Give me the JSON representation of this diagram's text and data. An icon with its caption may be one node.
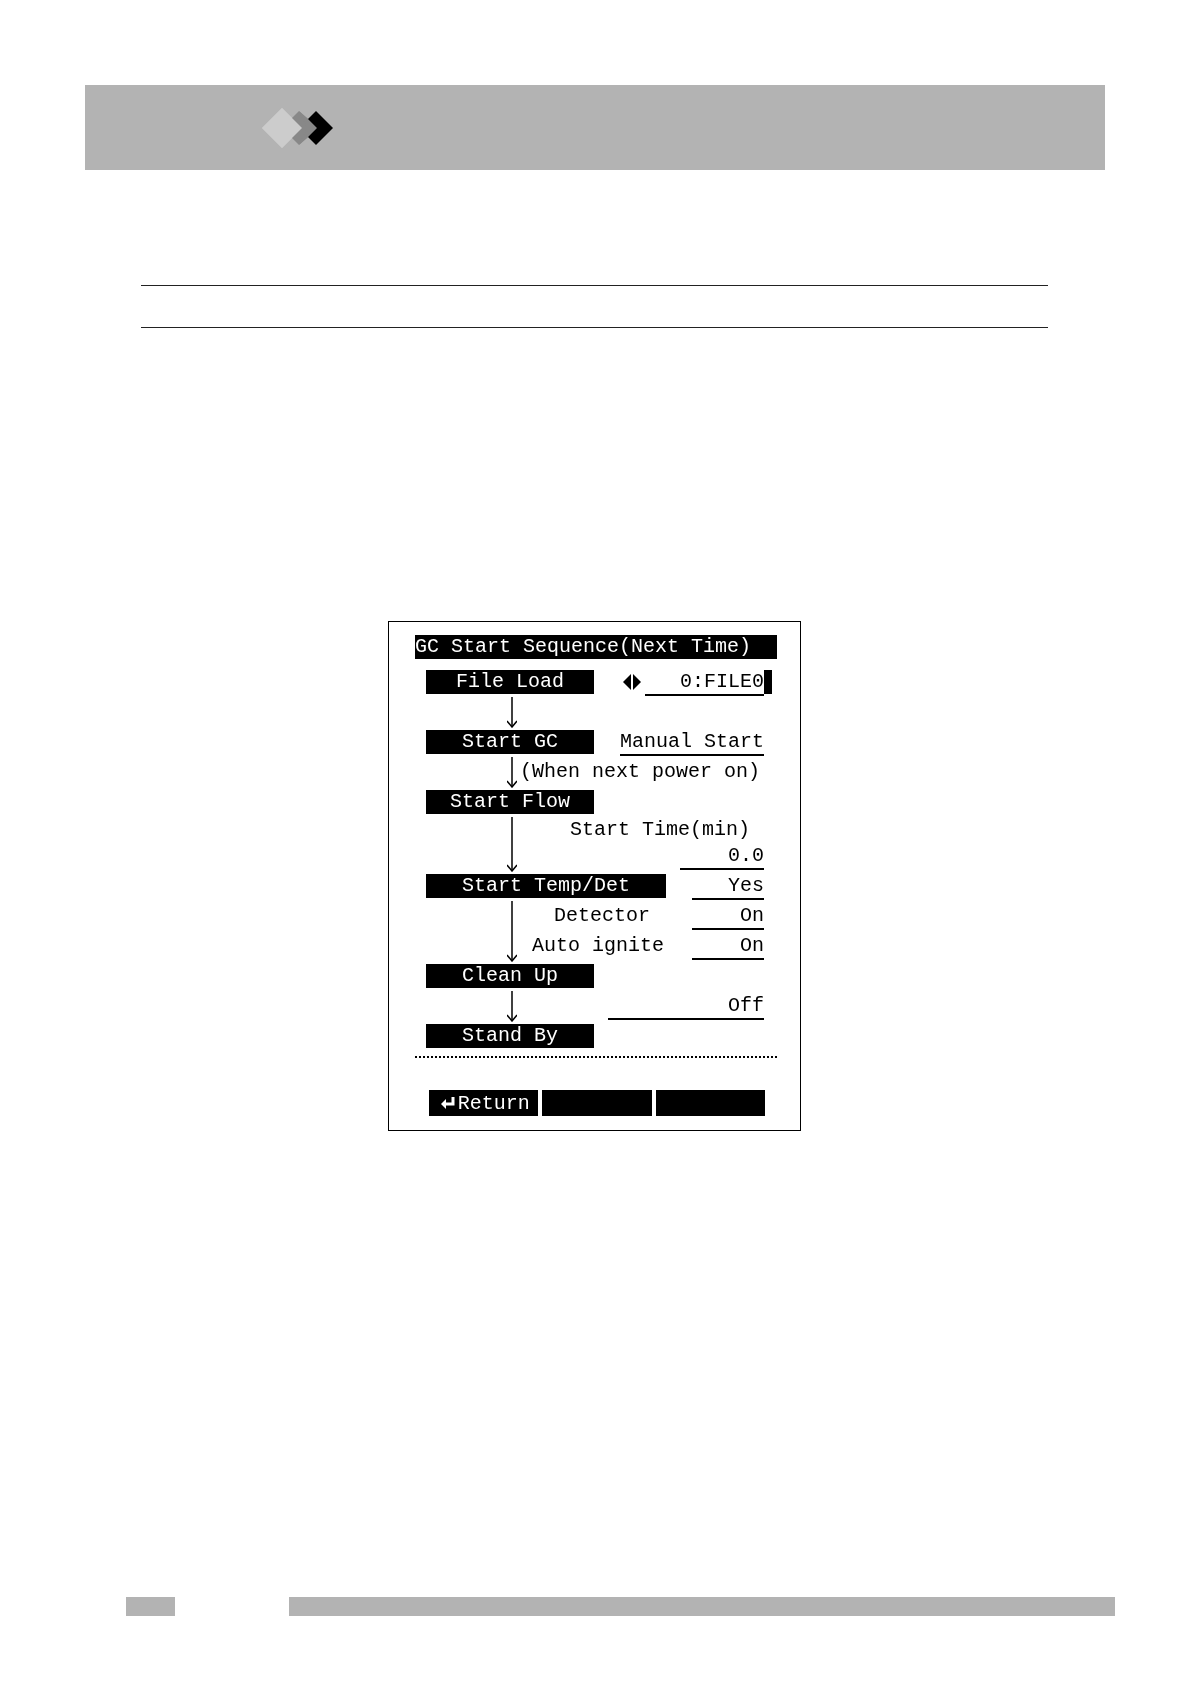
{
  "diagram": {
    "nodes": [
      {
        "text": [
          "GC Start Sequence(Next Time)"
        ]
      },
      {
        "text": [
          "File Load"
        ],
        "in": 0
      },
      {
        "text": [
          "Start GC"
        ],
        "in": 0
      },
      {
        "text": [
          "Start Flow"
        ],
        "in": 0
      },
      {
        "text": [
          "Start Temp/Det"
        ],
        "in": 0
      },
      {
        "text": [
          "Clean Up"
        ],
        "in": 0
      },
      {
        "text": [
          "Stand By"
        ],
        "in": 0
      }
    ],
    "edges": [
      {
        "from": 1,
        "to": 2,
        "arrow": "to"
      },
      {
        "from": 2,
        "to": 3,
        "arrow": "to",
        "label": "(When next power on)"
      },
      {
        "from": 3,
        "to": 4,
        "arrow": "to"
      },
      {
        "from": 4,
        "to": 5,
        "arrow": "to"
      },
      {
        "from": 5,
        "to": 6,
        "arrow": "to"
      }
    ],
    "labels": [
      "0:FILE0",
      "Manual Start",
      "Start Time(min)",
      "0.0",
      "Yes",
      "Detector",
      "On",
      "Auto ignite",
      "On",
      "Off",
      "Return"
    ]
  }
}
